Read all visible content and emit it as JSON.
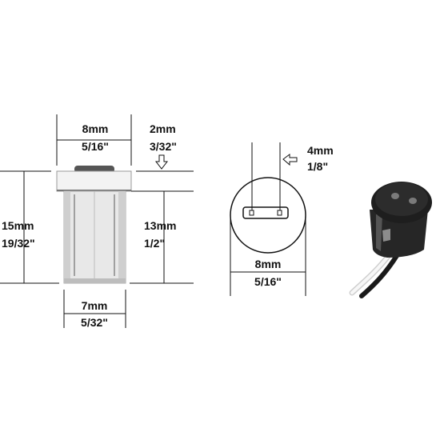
{
  "front_view": {
    "top_width": {
      "metric": "8mm",
      "imperial": "5/16\""
    },
    "cap_height": {
      "metric": "2mm",
      "imperial": "3/32\""
    },
    "total_height": {
      "metric": "15mm",
      "imperial": "19/32\""
    },
    "body_height": {
      "metric": "13mm",
      "imperial": "1/2\""
    },
    "bottom_width": {
      "metric": "7mm",
      "imperial": "5/32\""
    }
  },
  "top_view": {
    "pin_spacing": {
      "metric": "4mm",
      "imperial": "1/8\""
    },
    "diameter": {
      "metric": "8mm",
      "imperial": "5/16\""
    }
  },
  "colors": {
    "line": "#111111",
    "body_fill": "#e6e6e6",
    "socket_dark": "#1e1e1e",
    "wire_white": "#f4f4f4"
  }
}
